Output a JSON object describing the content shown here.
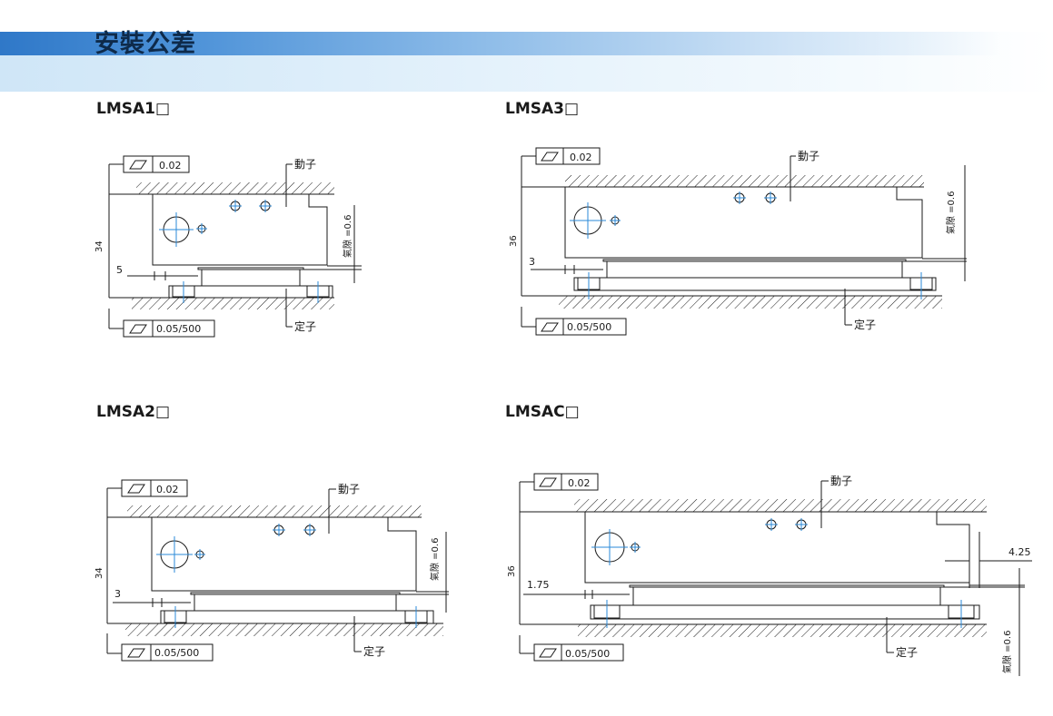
{
  "header": {
    "title": "安裝公差"
  },
  "sections": [
    {
      "model": "LMSA1□",
      "flatness_top": "0.02",
      "flatness_bottom": "0.05/500",
      "mover_label": "動子",
      "stator_label": "定子",
      "height": "34",
      "gap_dim": "5",
      "air_gap": "氣隙 =0.6"
    },
    {
      "model": "LMSA3□",
      "flatness_top": "0.02",
      "flatness_bottom": "0.05/500",
      "mover_label": "動子",
      "stator_label": "定子",
      "height": "36",
      "gap_dim": "3",
      "air_gap": "氣隙 =0.6"
    },
    {
      "model": "LMSA2□",
      "flatness_top": "0.02",
      "flatness_bottom": "0.05/500",
      "mover_label": "動子",
      "stator_label": "定子",
      "height": "34",
      "gap_dim": "3",
      "air_gap": "氣隙 =0.6"
    },
    {
      "model": "LMSAC□",
      "flatness_top": "0.02",
      "flatness_bottom": "0.05/500",
      "mover_label": "動子",
      "stator_label": "定子",
      "height": "36",
      "gap_dim": "1.75",
      "side_dim": "4.25",
      "air_gap": "氣隙 =0.6"
    }
  ],
  "colors": {
    "line": "#1a1a1a",
    "centerline": "#2a8ad8",
    "title": "#0e2a4a"
  }
}
